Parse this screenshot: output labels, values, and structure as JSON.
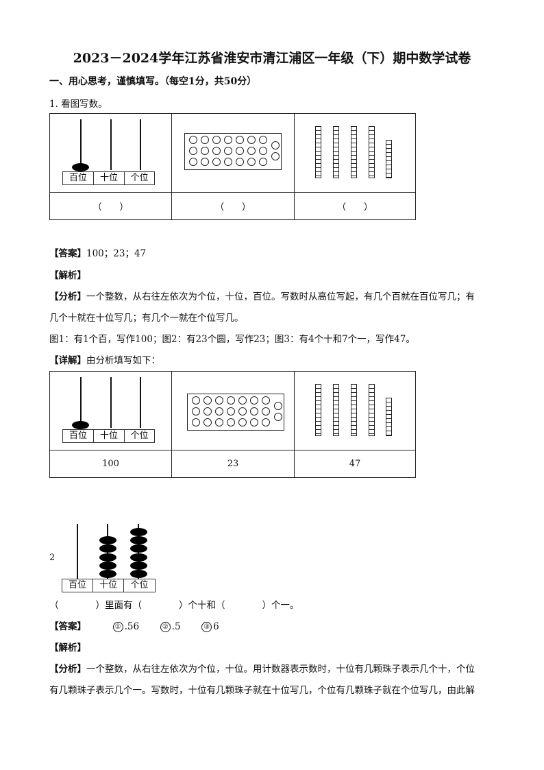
{
  "title": "2023－2024学年江苏省淮安市清江浦区一年级（下）期中数学试卷",
  "section1": "一、用心思考，谨慎填写。（每空1分，共50分）",
  "q1": {
    "prompt": "1. 看图写数。",
    "place_labels": [
      "百位",
      "十位",
      "个位"
    ],
    "blank": "（　　）",
    "answer_label": "【答案】",
    "answer_text": "100；23；47",
    "jiexi": "【解析】",
    "analysis_label": "【分析】",
    "analysis_1": "一个整数，从右往左依次为个位，十位，百位。写数时从高位写起，有几个百就在百位写几；有",
    "analysis_2": "几个十就在十位写几；有几个一就在个位写几。",
    "analysis_3": "图1：有1个百，写作100；图2：有23个圆，写作23；图3：有4个十和7个一，写作47。",
    "detail_label": "【详解】",
    "detail_text": "由分析填写如下：",
    "filled": [
      "100",
      "23",
      "47"
    ]
  },
  "q2": {
    "number": "2",
    "place_labels": [
      "百位",
      "十位",
      "个位"
    ],
    "tens_beads": 5,
    "ones_beads": 6,
    "fill_text": "（　　　　）里面有（　　　　）个十和（　　　　）个一。",
    "answer_label": "【答案】",
    "answers": [
      "①",
      ".56",
      "②",
      ".5",
      "③",
      "6"
    ],
    "jiexi": "【解析】",
    "analysis_label": "【分析】",
    "analysis_1": "一个整数，从右往左依次为个位，十位。用计数器表示数时，十位有几颗珠子表示几个十，个位",
    "analysis_2": "有几颗珠子表示几个一。写数时，十位有几颗珠子就在十位写几，个位有几颗珠子就在个位写几，由此解"
  }
}
